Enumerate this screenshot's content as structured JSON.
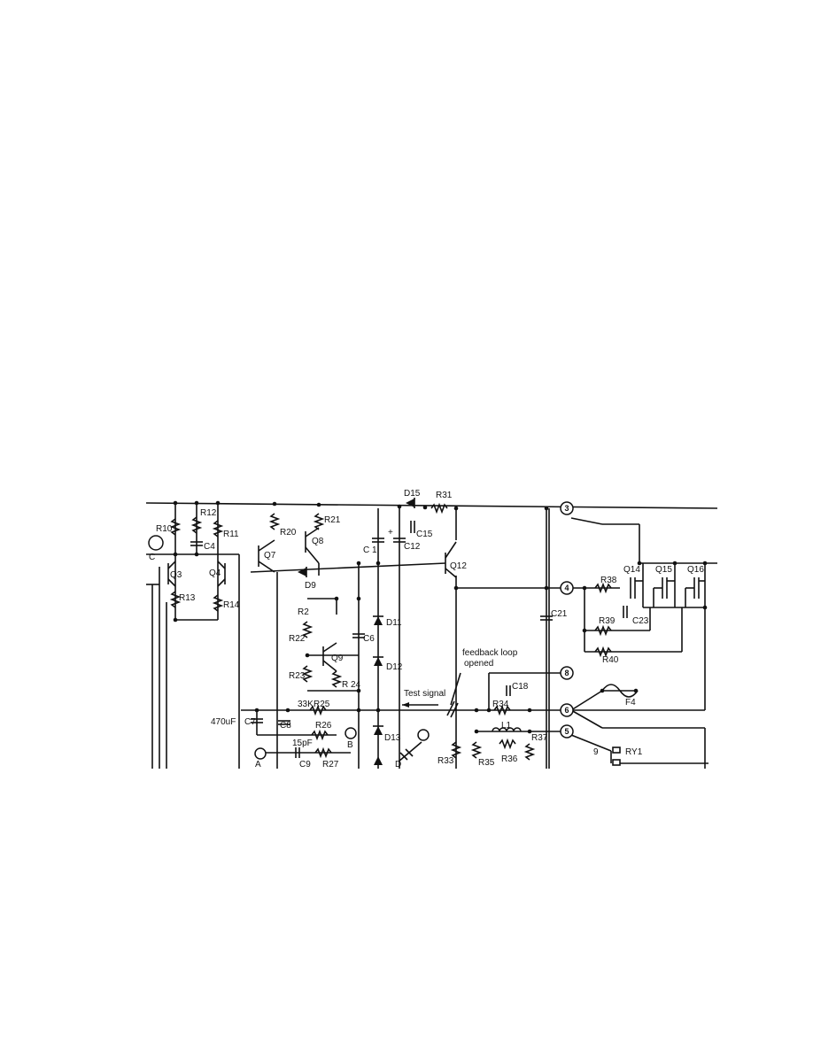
{
  "labels": {
    "R10": "R10",
    "R12": "R12",
    "R11": "R11",
    "R13": "R13",
    "R14": "R14",
    "C4": "C4",
    "Q3": "Q3",
    "Q4": "Q4",
    "C": "C",
    "R20": "R20",
    "R21": "R21",
    "Q7": "Q7",
    "Q8": "Q8",
    "D9": "D9",
    "D15": "D15",
    "R31": "R31",
    "C15": "C15",
    "C1": "C 1",
    "C12": "C12",
    "plus": "+",
    "Q12": "Q12",
    "R2": "R2",
    "R22": "R22",
    "Q9": "Q9",
    "R23": "R23",
    "R24": "R 24",
    "C6": "C6",
    "D11": "D11",
    "D12": "D12",
    "D13": "D13",
    "D": "D",
    "C21": "C21",
    "R38": "R38",
    "Q14": "Q14",
    "Q15": "Q15",
    "Q16": "Q16",
    "C23": "C23",
    "R39": "R39",
    "R40": "R40",
    "feedback1": "feedback loop",
    "feedback2": "opened",
    "test": "Test signal",
    "C18": "C18",
    "R34": "R34",
    "F4": "F4",
    "L1": "L1",
    "R36": "R36",
    "R37": "R37",
    "R33": "R33",
    "R35": "R35",
    "n9": "9",
    "RY1": "RY1",
    "k33": "33K",
    "R25": "R25",
    "R26": "R26",
    "uF": "470uF",
    "C7": "C7",
    "C8": "C8",
    "pF": "15pF",
    "C9": "C9",
    "R27": "R27",
    "A": "A",
    "B": "B"
  },
  "terminals": [
    "3",
    "4",
    "8",
    "6",
    "5"
  ]
}
